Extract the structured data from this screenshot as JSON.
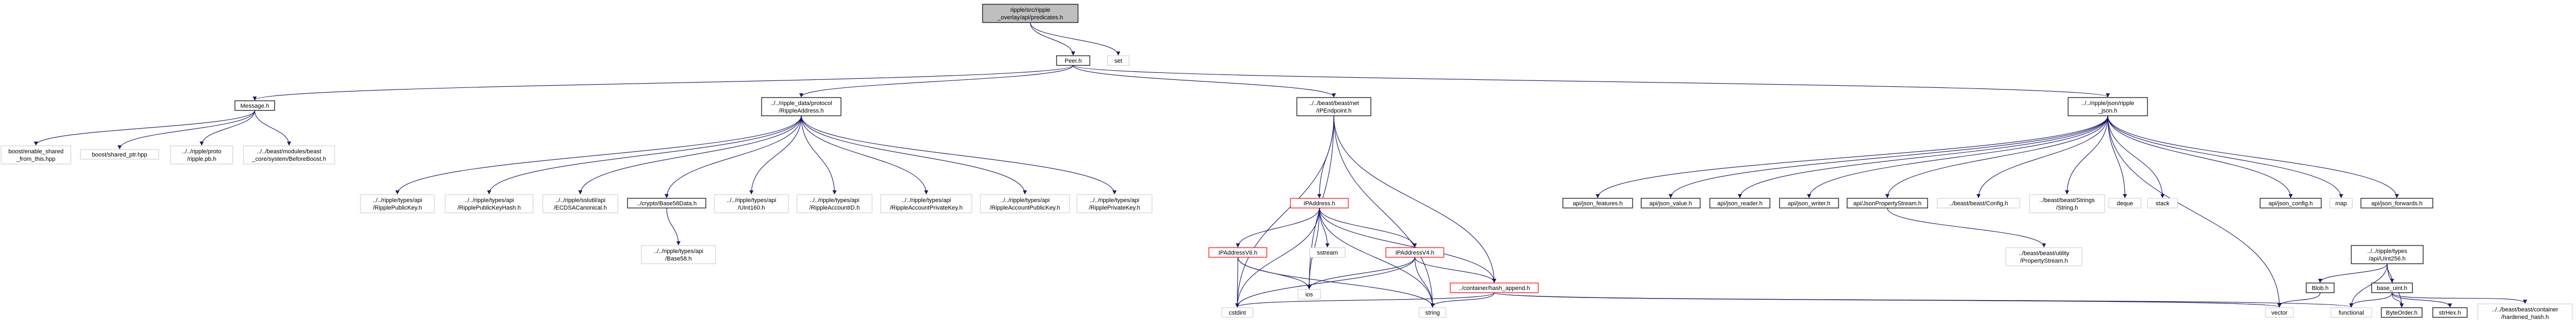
{
  "colors": {
    "edge": "#191970",
    "node_border": "#000000",
    "node_fill": "#ffffff",
    "root_fill": "#bfbfbf",
    "missing_border": "#d3d3d3",
    "highlight_border": "#ff0000"
  },
  "nodes": [
    {
      "id": "root",
      "lines": [
        "ripple/src/ripple",
        "_overlay/api/predicates.h"
      ],
      "style": "root"
    },
    {
      "id": "peer",
      "lines": [
        "Peer.h"
      ],
      "style": "normal"
    },
    {
      "id": "set",
      "lines": [
        "set"
      ],
      "style": "missing"
    },
    {
      "id": "message",
      "lines": [
        "Message.h"
      ],
      "style": "normal"
    },
    {
      "id": "ripple_address",
      "lines": [
        "../../ripple_data/protocol",
        "/RippleAddress.h"
      ],
      "style": "normal"
    },
    {
      "id": "ip_endpoint",
      "lines": [
        "../../beast/beast/net",
        "/IPEndpoint.h"
      ],
      "style": "normal"
    },
    {
      "id": "json",
      "lines": [
        "../../ripple/json/ripple",
        "_json.h"
      ],
      "style": "normal"
    },
    {
      "id": "boost_enable_shared",
      "lines": [
        "boost/enable_shared",
        "_from_this.hpp"
      ],
      "style": "missing"
    },
    {
      "id": "boost_shared_ptr",
      "lines": [
        "boost/shared_ptr.hpp"
      ],
      "style": "missing"
    },
    {
      "id": "ripple_pb",
      "lines": [
        "../../ripple/proto",
        "/ripple.pb.h"
      ],
      "style": "missing"
    },
    {
      "id": "before_boost",
      "lines": [
        "../../beast/modules/beast",
        "_core/system/BeforeBoost.h"
      ],
      "style": "missing"
    },
    {
      "id": "ripple_public_key",
      "lines": [
        "../../ripple/types/api",
        "/RipplePublicKey.h"
      ],
      "style": "missing"
    },
    {
      "id": "ripple_public_key_hash",
      "lines": [
        "../../ripple/types/api",
        "/RipplePublicKeyHash.h"
      ],
      "style": "missing"
    },
    {
      "id": "ecdsa",
      "lines": [
        "../../ripple/sslutil/api",
        "/ECDSACanonical.h"
      ],
      "style": "missing"
    },
    {
      "id": "base58data",
      "lines": [
        "../crypto/Base58Data.h"
      ],
      "style": "normal"
    },
    {
      "id": "uint160",
      "lines": [
        "../../ripple/types/api",
        "/UInt160.h"
      ],
      "style": "missing"
    },
    {
      "id": "ripple_account_id",
      "lines": [
        "../../ripple/types/api",
        "/RippleAccountID.h"
      ],
      "style": "missing"
    },
    {
      "id": "ripple_account_private_key",
      "lines": [
        "../../ripple/types/api",
        "/RippleAccountPrivateKey.h"
      ],
      "style": "missing"
    },
    {
      "id": "ripple_account_public_key",
      "lines": [
        "../../ripple/types/api",
        "/RippleAccountPublicKey.h"
      ],
      "style": "missing"
    },
    {
      "id": "ripple_private_key",
      "lines": [
        "../../ripple/types/api",
        "/RipplePrivateKey.h"
      ],
      "style": "missing"
    },
    {
      "id": "base58",
      "lines": [
        "../../ripple/types/api",
        "/Base58.h"
      ],
      "style": "missing"
    },
    {
      "id": "ip_address",
      "lines": [
        "IPAddress.h"
      ],
      "style": "highlight"
    },
    {
      "id": "ip_address_v6",
      "lines": [
        "IPAddressV6.h"
      ],
      "style": "highlight"
    },
    {
      "id": "ip_address_v4",
      "lines": [
        "IPAddressV4.h"
      ],
      "style": "highlight"
    },
    {
      "id": "sstream",
      "lines": [
        "sstream"
      ],
      "style": "missing"
    },
    {
      "id": "ios",
      "lines": [
        "ios"
      ],
      "style": "missing"
    },
    {
      "id": "hash_append",
      "lines": [
        "../container/hash_append.h"
      ],
      "style": "highlight"
    },
    {
      "id": "cstdint",
      "lines": [
        "cstdint"
      ],
      "style": "missing"
    },
    {
      "id": "string",
      "lines": [
        "string"
      ],
      "style": "missing"
    },
    {
      "id": "json_features",
      "lines": [
        "api/json_features.h"
      ],
      "style": "normal"
    },
    {
      "id": "json_value",
      "lines": [
        "api/json_value.h"
      ],
      "style": "normal"
    },
    {
      "id": "json_reader",
      "lines": [
        "api/json_reader.h"
      ],
      "style": "normal"
    },
    {
      "id": "json_writer",
      "lines": [
        "api/json_writer.h"
      ],
      "style": "normal"
    },
    {
      "id": "json_property_stream",
      "lines": [
        "api/JsonPropertyStream.h"
      ],
      "style": "normal"
    },
    {
      "id": "beast_config",
      "lines": [
        "../beast/beast/Config.h"
      ],
      "style": "missing"
    },
    {
      "id": "beast_strings",
      "lines": [
        "../beast/beast/Strings",
        "/String.h"
      ],
      "style": "missing"
    },
    {
      "id": "deque",
      "lines": [
        "deque"
      ],
      "style": "missing"
    },
    {
      "id": "stack",
      "lines": [
        "stack"
      ],
      "style": "missing"
    },
    {
      "id": "json_config",
      "lines": [
        "api/json_config.h"
      ],
      "style": "normal"
    },
    {
      "id": "map",
      "lines": [
        "map"
      ],
      "style": "missing"
    },
    {
      "id": "json_forwards",
      "lines": [
        "api/json_forwards.h"
      ],
      "style": "normal"
    },
    {
      "id": "property_stream",
      "lines": [
        "../beast/beast/utility",
        "/PropertyStream.h"
      ],
      "style": "missing"
    },
    {
      "id": "uint256",
      "lines": [
        "../../ripple/types",
        "/api/UInt256.h"
      ],
      "style": "normal"
    },
    {
      "id": "vector",
      "lines": [
        "vector"
      ],
      "style": "missing"
    },
    {
      "id": "blob",
      "lines": [
        "Blob.h"
      ],
      "style": "normal"
    },
    {
      "id": "base_uint",
      "lines": [
        "base_uint.h"
      ],
      "style": "normal"
    },
    {
      "id": "functional",
      "lines": [
        "functional"
      ],
      "style": "missing"
    },
    {
      "id": "byte_order",
      "lines": [
        "ByteOrder.h"
      ],
      "style": "normal"
    },
    {
      "id": "strhex",
      "lines": [
        "strHex.h"
      ],
      "style": "normal"
    },
    {
      "id": "hardened_hash",
      "lines": [
        "../../beast/beast/container",
        "/hardened_hash.h"
      ],
      "style": "missing"
    }
  ]
}
